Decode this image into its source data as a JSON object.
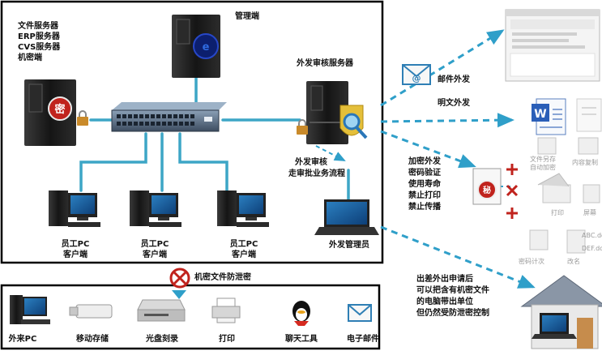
{
  "server_labels": [
    "文件服务器",
    "ERP服务器",
    "CVS服务器",
    "机密端"
  ],
  "management": "管理端",
  "audit_server": "外发审核服务器",
  "audit_flow": [
    "外发审核",
    "走审批业务流程"
  ],
  "employee_label": [
    "员工PC",
    "客户端"
  ],
  "external_admin": "外发管理员",
  "mail_out": "邮件外发",
  "plain_out": "明文外发",
  "encrypted_out": [
    "加密外发",
    "密码验证",
    "使用寿命",
    "禁止打印",
    "禁止传播"
  ],
  "leak_protection": "机密文件防泄密",
  "travel_text": [
    "出差外出申请后",
    "可以把含有机密文件",
    "的电脑带出单位",
    "但仍然受防泄密控制"
  ],
  "bottom_items": [
    "外来PC",
    "移动存储",
    "光盘刻录",
    "打印",
    "聊天工具",
    "电子邮件"
  ],
  "faded_labels": [
    "文件另存\n自动加密",
    "内容复制",
    "打印",
    "屏幕",
    "密码计次",
    "改名"
  ],
  "ext_names": [
    "ABC.doc",
    "DEF.doc"
  ],
  "seal_char": "密",
  "seal_char_alt": "秘",
  "colors": {
    "link": "#3da6c6",
    "arrow": "#2f9fc9",
    "tower": "#1f1f1f",
    "seal": "#c0231d",
    "frame": "#000000"
  }
}
